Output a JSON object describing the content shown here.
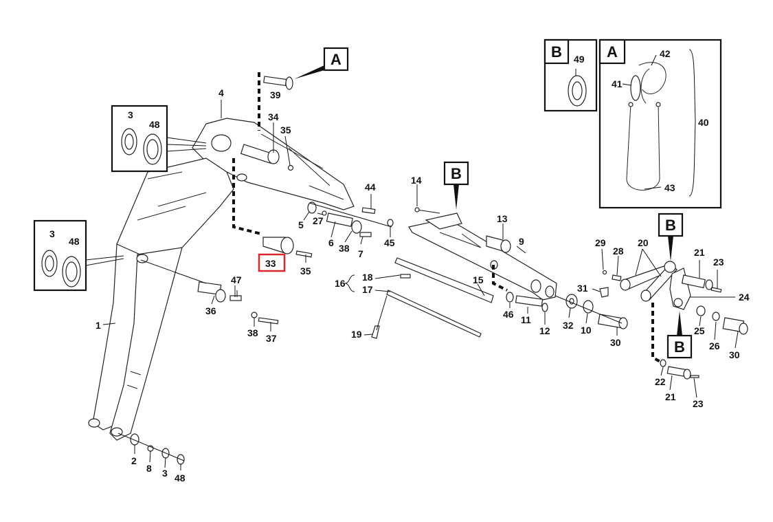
{
  "parts": {
    "p1": "1",
    "p2": "2",
    "p3": "3",
    "p4": "4",
    "p5": "5",
    "p6": "6",
    "p7": "7",
    "p8": "8",
    "p9": "9",
    "p10": "10",
    "p11": "11",
    "p12": "12",
    "p13": "13",
    "p14": "14",
    "p15": "15",
    "p16": "16",
    "p17": "17",
    "p18": "18",
    "p19": "19",
    "p20": "20",
    "p21": "21",
    "p22": "22",
    "p23": "23",
    "p24": "24",
    "p25": "25",
    "p26": "26",
    "p27": "27",
    "p28": "28",
    "p29": "29",
    "p30": "30",
    "p31": "31",
    "p32": "32",
    "p33": "33",
    "p34": "34",
    "p35": "35",
    "p36": "36",
    "p37": "37",
    "p38": "38",
    "p39": "39",
    "p40": "40",
    "p41": "41",
    "p42": "42",
    "p43": "43",
    "p44": "44",
    "p45": "45",
    "p46": "46",
    "p47": "47",
    "p48": "48",
    "p49": "49"
  },
  "callouts": {
    "a": "A",
    "b": "B"
  },
  "highlighted_part": "33",
  "colors": {
    "highlight": "#d9262e",
    "line": "#222222"
  }
}
